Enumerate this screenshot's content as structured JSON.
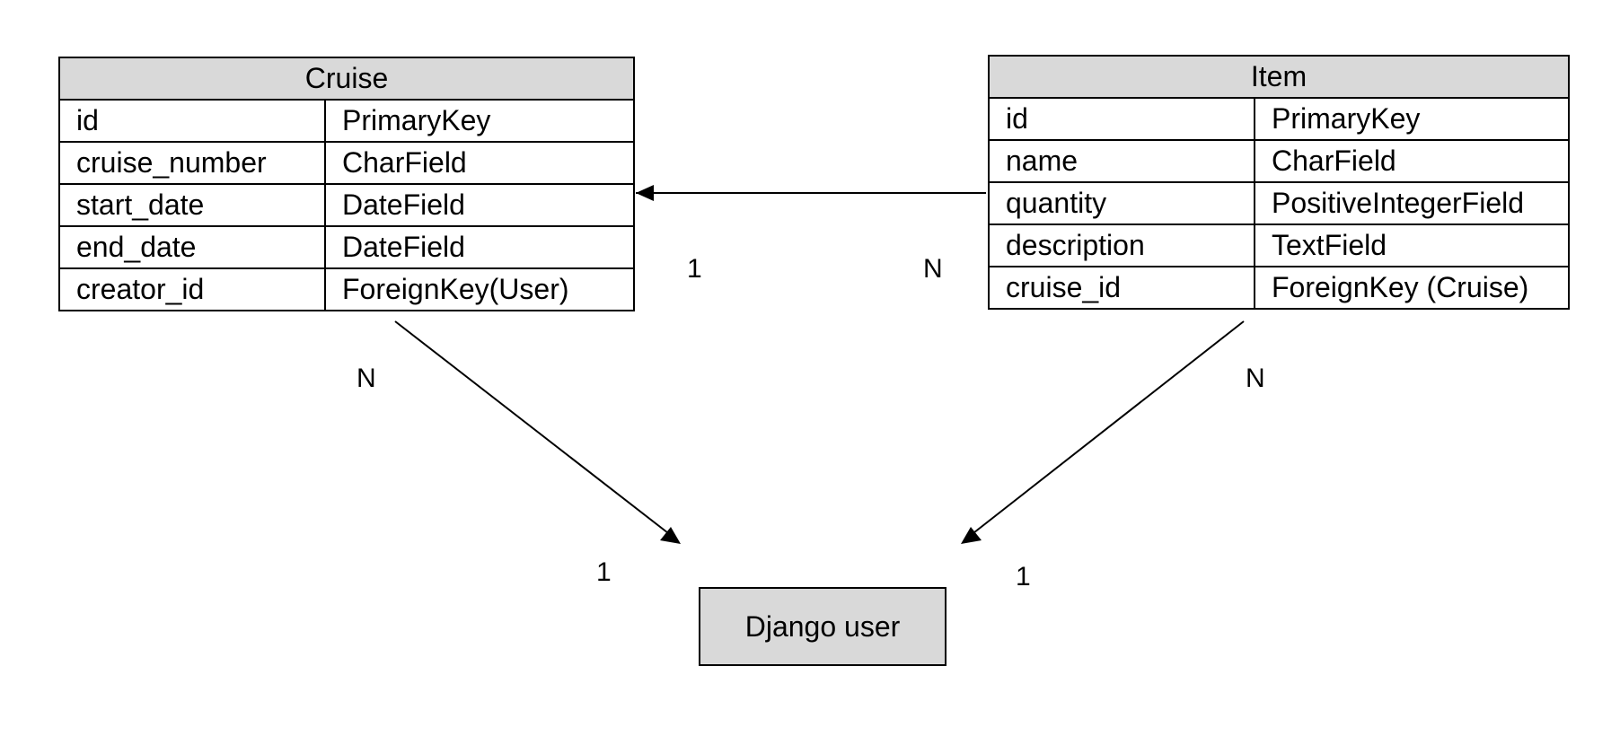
{
  "cruise": {
    "title": "Cruise",
    "fields": [
      {
        "name": "id",
        "type": "PrimaryKey"
      },
      {
        "name": "cruise_number",
        "type": "CharField"
      },
      {
        "name": "start_date",
        "type": "DateField"
      },
      {
        "name": "end_date",
        "type": "DateField"
      },
      {
        "name": "creator_id",
        "type": "ForeignKey(User)"
      }
    ]
  },
  "item": {
    "title": "Item",
    "fields": [
      {
        "name": "id",
        "type": "PrimaryKey"
      },
      {
        "name": "name",
        "type": "CharField"
      },
      {
        "name": "quantity",
        "type": "PositiveIntegerField"
      },
      {
        "name": "description",
        "type": "TextField"
      },
      {
        "name": "cruise_id",
        "type": "ForeignKey (Cruise)"
      }
    ]
  },
  "user": {
    "title": "Django user"
  },
  "relations": {
    "item_to_cruise": {
      "from_cardinality": "N",
      "to_cardinality": "1"
    },
    "cruise_to_user": {
      "from_cardinality": "N",
      "to_cardinality": "1"
    },
    "item_to_user": {
      "from_cardinality": "N",
      "to_cardinality": "1"
    }
  },
  "colors": {
    "header_fill": "#d9d9d9",
    "line": "#000000"
  }
}
